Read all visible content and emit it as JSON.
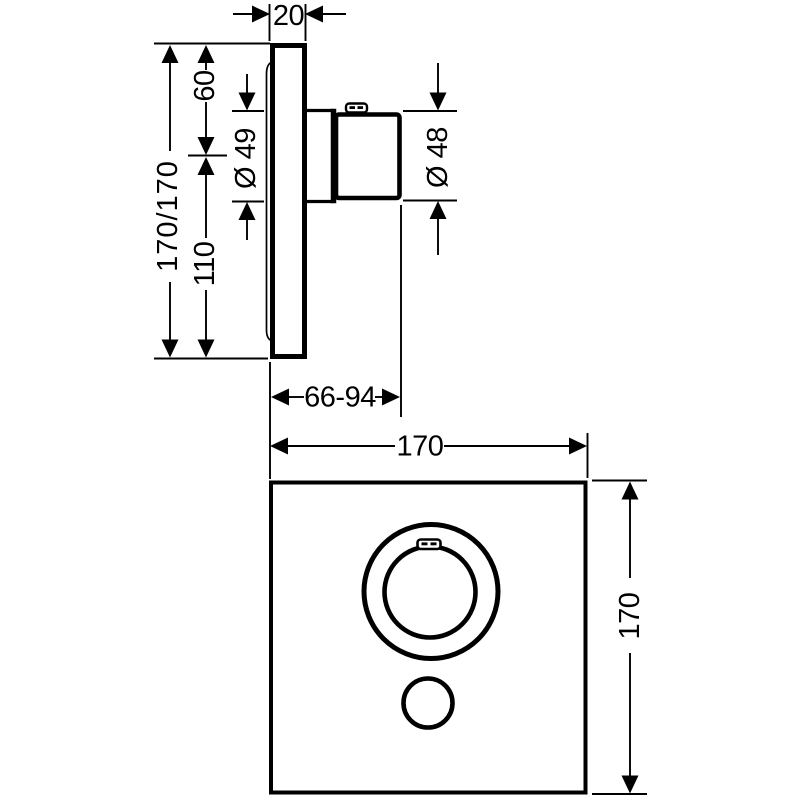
{
  "drawing": {
    "type": "technical-dimension-drawing",
    "background_color": "#ffffff",
    "line_color": "#000000"
  },
  "side_view": {
    "name": "side-elevation",
    "dims": {
      "plate_thickness": "20",
      "top_to_handle_center": "60",
      "sleeve_diameter": "Ø 49",
      "handle_diameter": "Ø 48",
      "handle_center_to_bottom": "110",
      "plate_width_height": "170/170",
      "installation_depth": "66-94"
    }
  },
  "front_view": {
    "name": "front-elevation",
    "dims": {
      "width": "170",
      "height": "170"
    }
  }
}
